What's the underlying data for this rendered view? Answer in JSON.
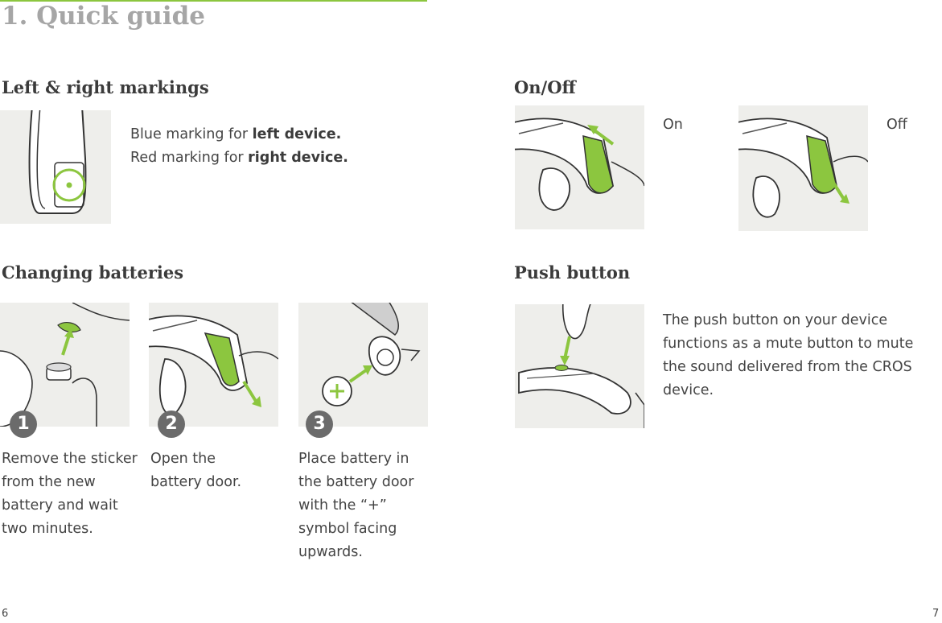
{
  "header": {
    "title": "1. Quick guide"
  },
  "left_right": {
    "heading": "Left & right markings",
    "line1_pre": "Blue marking for ",
    "line1_bold": "left device.",
    "line2_pre": "Red marking for ",
    "line2_bold": "right device."
  },
  "on_off": {
    "heading": "On/Off",
    "on_label": "On",
    "off_label": "Off"
  },
  "batteries": {
    "heading": "Changing batteries",
    "steps": [
      {
        "number": "1",
        "text": "Remove the sticker from the new battery and wait two minutes."
      },
      {
        "number": "2",
        "text": "Open the battery door."
      },
      {
        "number": "3",
        "text": "Place battery in the battery door with the “+” symbol facing upwards."
      }
    ]
  },
  "push_button": {
    "heading": "Push button",
    "text": "The push button on your device functions as a mute button to mute the sound delivered from the CROS device."
  },
  "footer": {
    "page_left": "6",
    "page_right": "7"
  },
  "colors": {
    "accent": "#8cc63f",
    "title": "#a6a6a6",
    "illustration_bg": "#eeeeeb"
  }
}
